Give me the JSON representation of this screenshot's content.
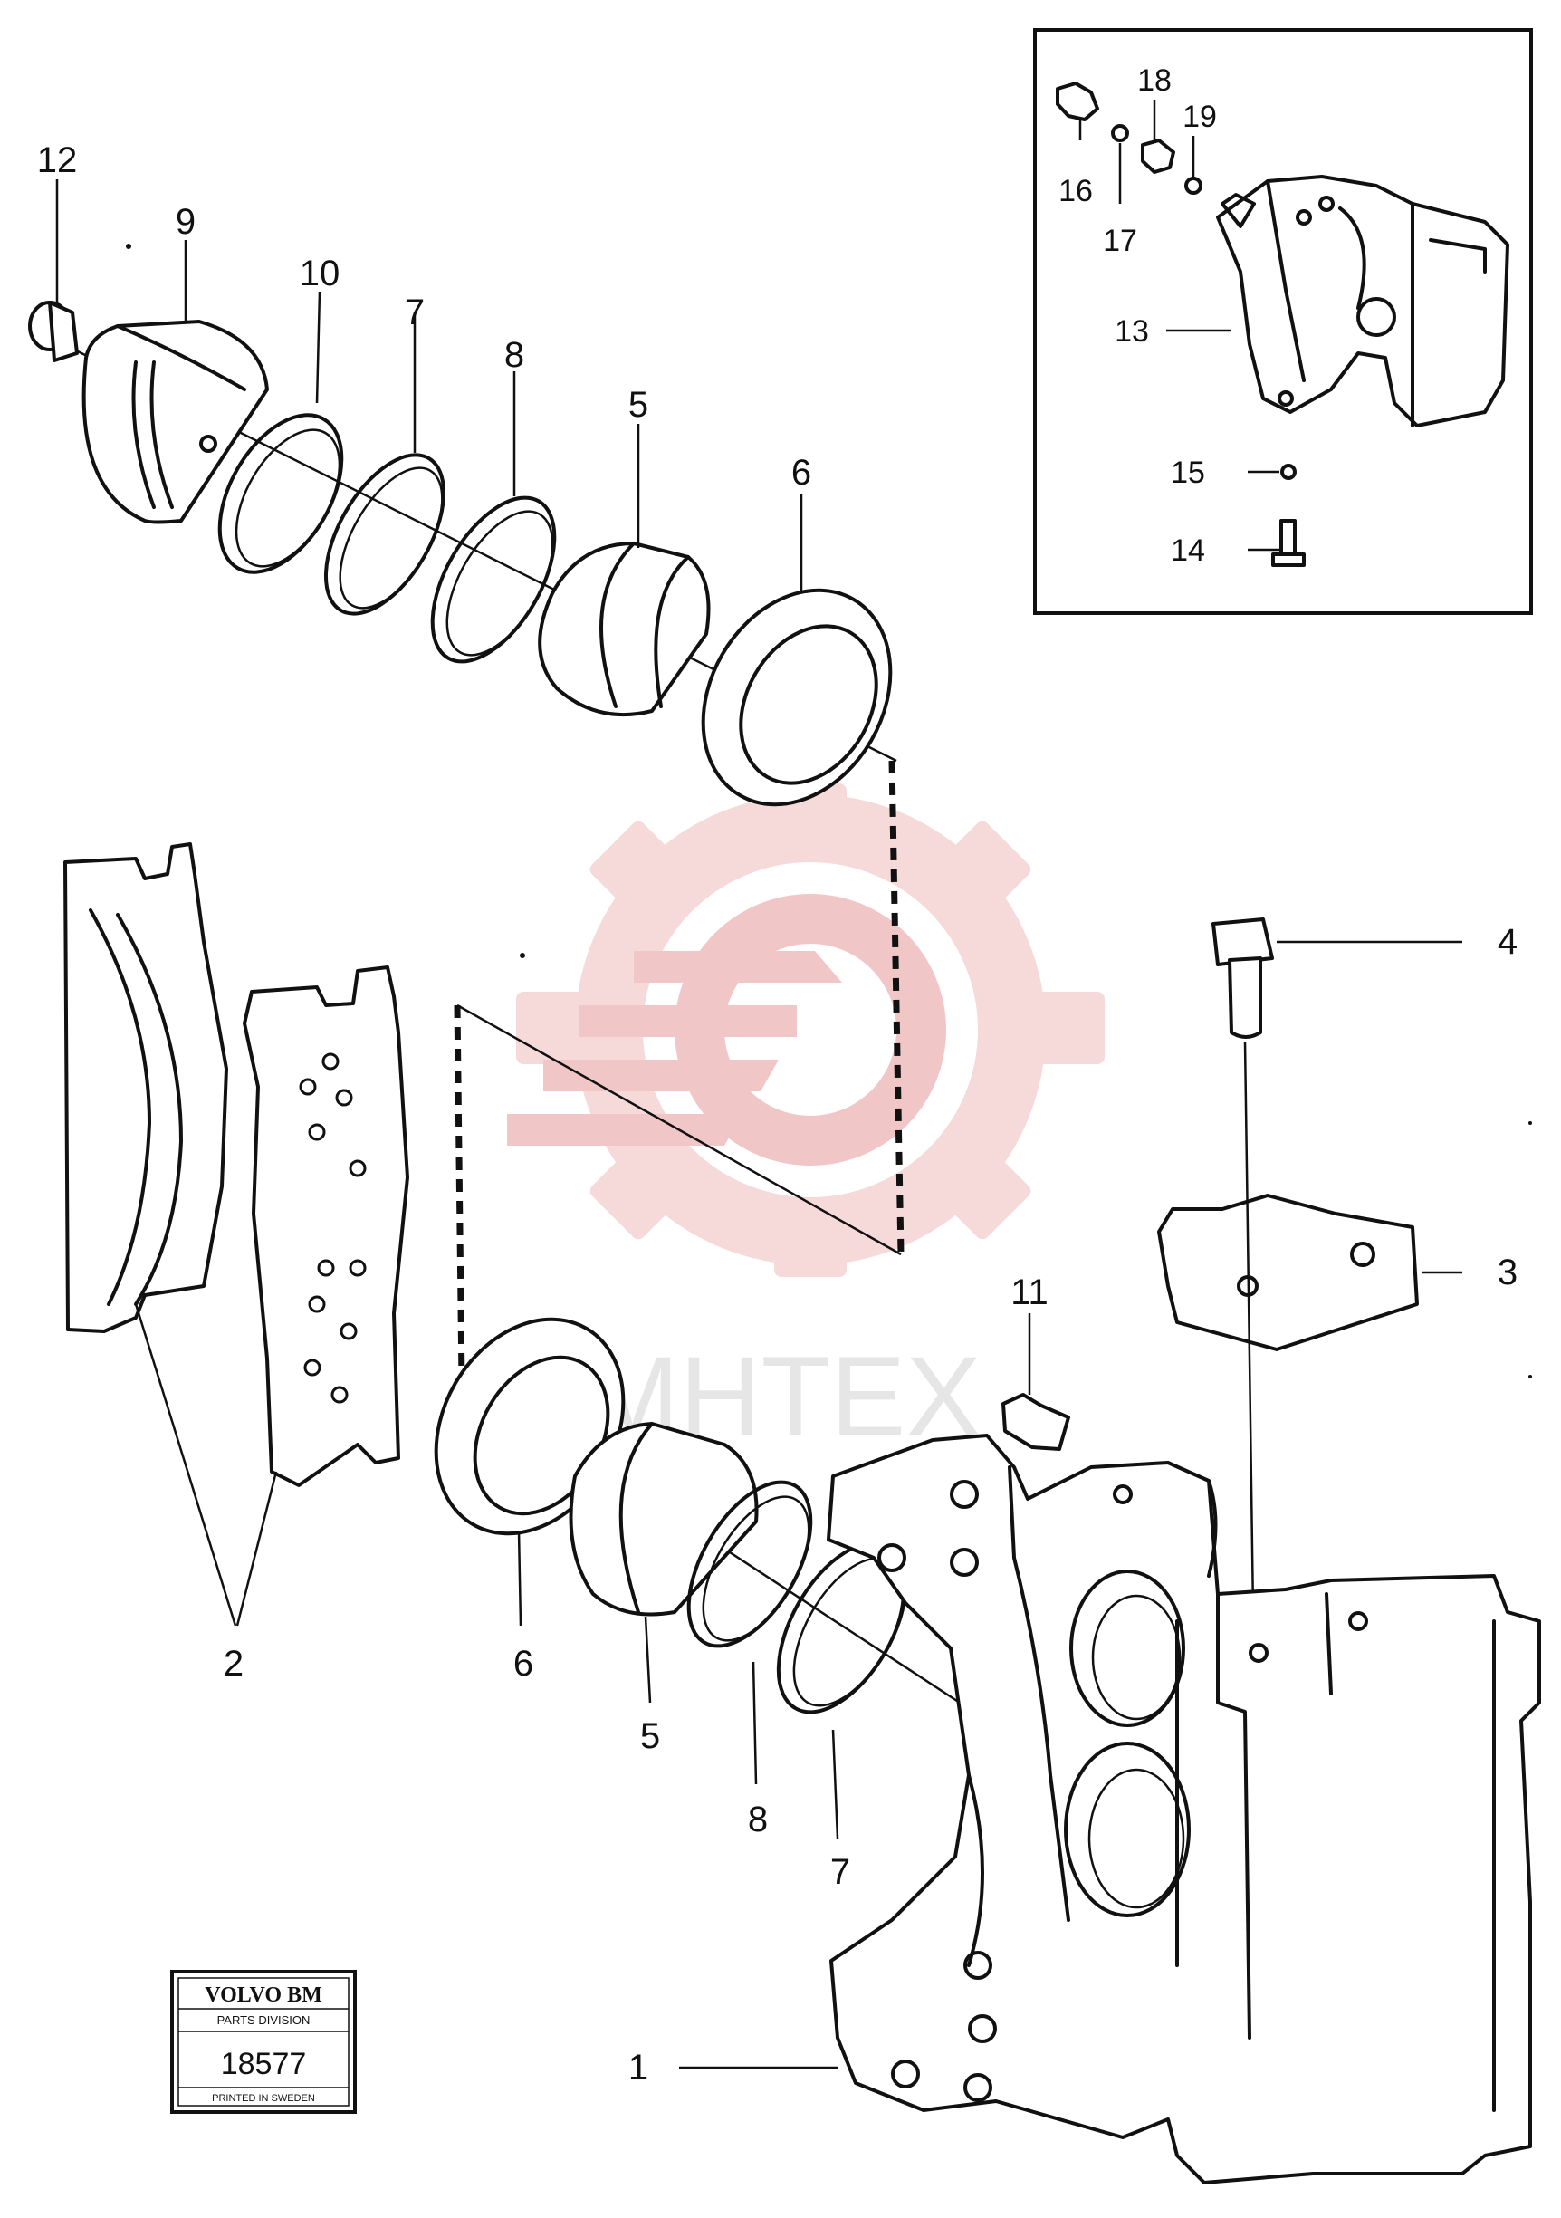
{
  "labels": {
    "l1": "1",
    "l2": "2",
    "l3": "3",
    "l4": "4",
    "l5a": "5",
    "l5b": "5",
    "l6a": "6",
    "l6b": "6",
    "l7a": "7",
    "l7b": "7",
    "l8a": "8",
    "l8b": "8",
    "l9": "9",
    "l10": "10",
    "l11": "11",
    "l12": "12",
    "l13": "13",
    "l14": "14",
    "l15": "15",
    "l16": "16",
    "l17": "17",
    "l18": "18",
    "l19": "19"
  },
  "stamp": {
    "brand": "VOLVO BM",
    "division": "PARTS DIVISION",
    "number": "18577",
    "printed": "PRINTED IN SWEDEN"
  },
  "watermark": {
    "text": "MHTEX",
    "color": "#f1c6c6"
  }
}
